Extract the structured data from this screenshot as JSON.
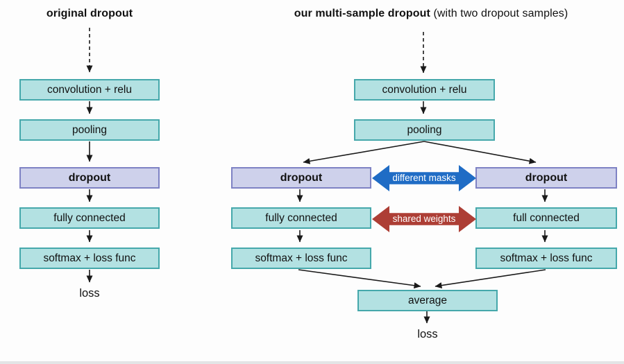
{
  "colors": {
    "node_fill_teal": "#b3e1e2",
    "node_border_teal": "#45a8ab",
    "node_fill_purple": "#ced1eb",
    "node_border_purple": "#7e82c4",
    "masks_arrow_blue": "#1f6cc5",
    "weights_arrow_red": "#ad3e35",
    "connector_black": "#1a1a1a"
  },
  "left_diagram": {
    "title": "original dropout",
    "nodes": {
      "conv": "convolution + relu",
      "pooling": "pooling",
      "dropout": "dropout",
      "fc": "fully connected",
      "softmax": "softmax + loss func"
    },
    "output": "loss"
  },
  "right_diagram": {
    "title_bold": "our multi-sample dropout",
    "title_rest": " (with two dropout samples)",
    "shared": {
      "conv": "convolution + relu",
      "pooling": "pooling"
    },
    "branch_left": {
      "dropout": "dropout",
      "fc": "fully connected",
      "softmax": "softmax + loss func"
    },
    "branch_right": {
      "dropout": "dropout",
      "fc": "full connected",
      "softmax": "softmax + loss func"
    },
    "masks_label": "different masks",
    "weights_label": "shared weights",
    "average": "average",
    "output": "loss"
  }
}
